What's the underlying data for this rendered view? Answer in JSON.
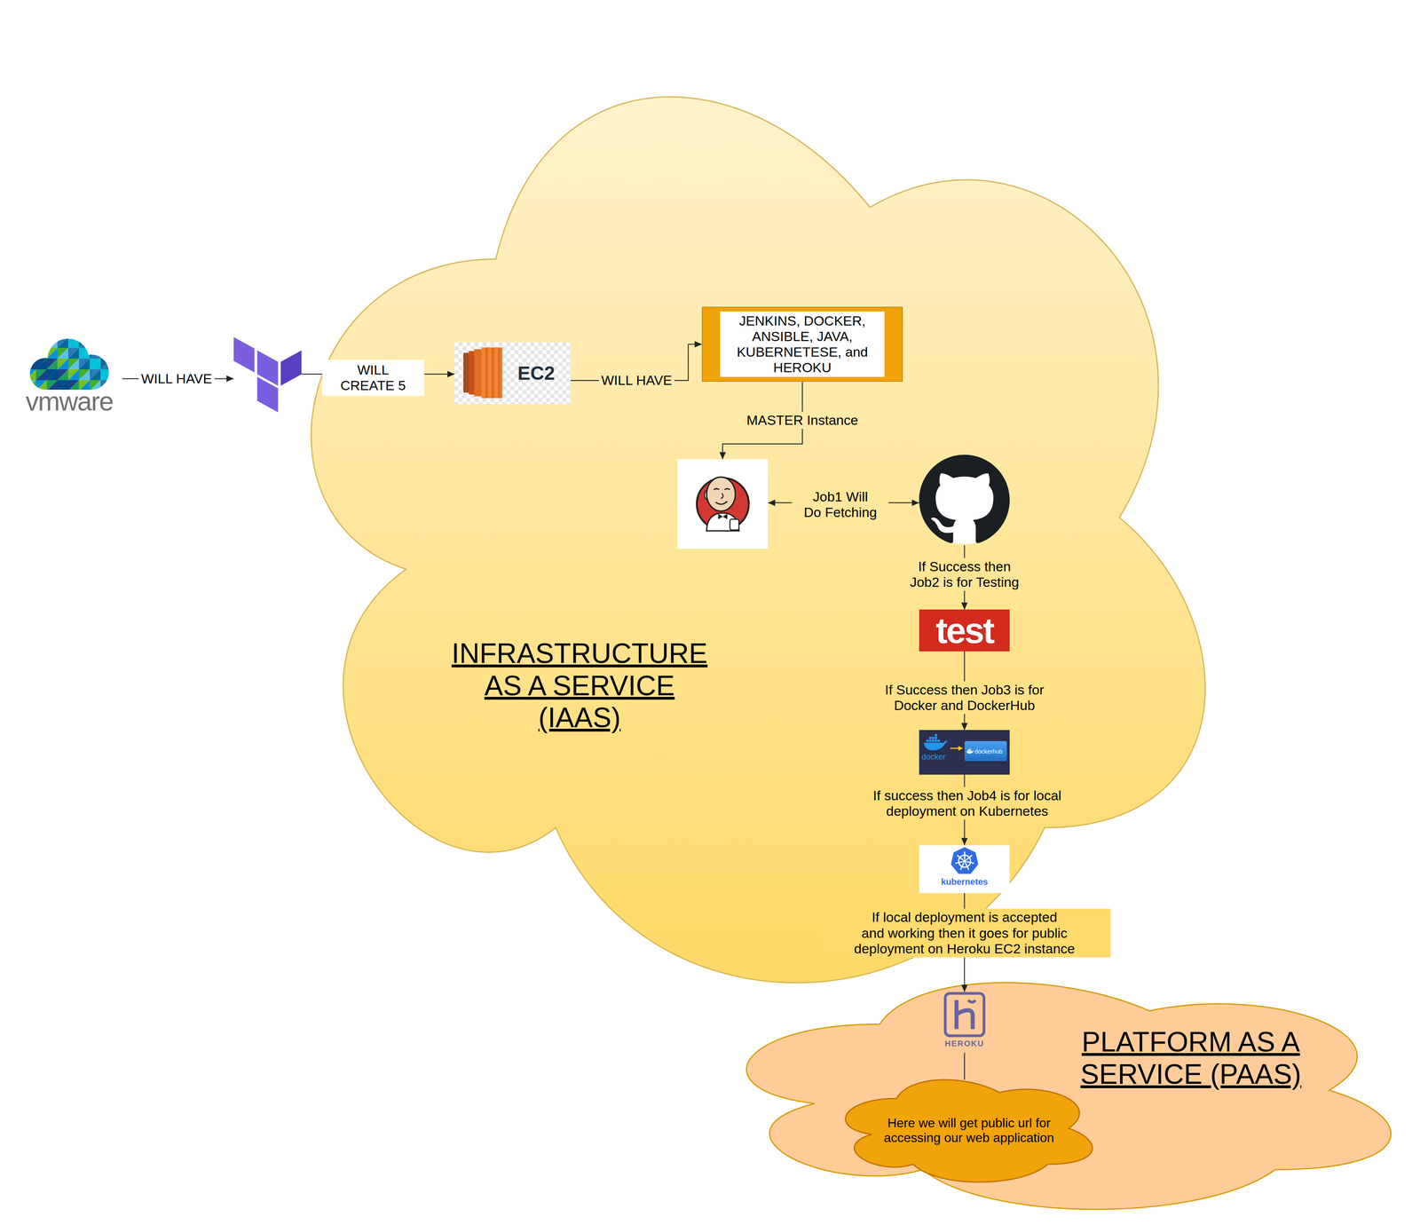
{
  "diagram": {
    "nodes": [
      {
        "text": [
          "vmware"
        ]
      },
      {
        "text": []
      },
      {
        "text": [
          "INFRASTRUCTURE AS A SERVICE (IAAS)"
        ]
      },
      {
        "text": [
          "EC2"
        ],
        "in": 2
      },
      {
        "text": [
          "JENKINS, DOCKER, ANSIBLE, JAVA, KUBERNETESE, and HEROKU"
        ],
        "in": 2
      },
      {
        "text": [],
        "in": 2
      },
      {
        "text": [],
        "in": 2
      },
      {
        "text": [
          "test"
        ],
        "in": 2
      },
      {
        "text": [
          "docker",
          "dockerhub"
        ],
        "in": 2
      },
      {
        "text": [
          "kubernetes"
        ],
        "in": 2
      },
      {
        "text": [
          "PLATFORM AS A SERVICE (PAAS)"
        ]
      },
      {
        "text": [
          "HEROKU"
        ],
        "in": 10
      },
      {
        "text": [
          "Here we will get public url for accessing our web application"
        ],
        "in": 10
      }
    ],
    "edges": [
      {
        "from": 0,
        "to": 1,
        "arrow": "to",
        "label": "WILL HAVE"
      },
      {
        "from": 1,
        "to": 3,
        "arrow": "to",
        "label": "WILL CREATE 5"
      },
      {
        "from": 3,
        "to": 4,
        "arrow": "to",
        "label": "WILL HAVE"
      },
      {
        "from": 4,
        "to": 5,
        "arrow": "to",
        "label": "MASTER Instance"
      },
      {
        "from": 5,
        "to": 6,
        "arrow": "both",
        "label": "Job1 Will Do Fetching"
      },
      {
        "from": 6,
        "to": 7,
        "arrow": "to",
        "label": "If Success then Job2 is for Testing"
      },
      {
        "from": 7,
        "to": 8,
        "arrow": "to",
        "label": "If Success then Job3 is for Docker and DockerHub"
      },
      {
        "from": 8,
        "to": 9,
        "arrow": "to",
        "label": "If success then Job4 is for local deployment on Kubernetes"
      },
      {
        "from": 9,
        "to": 11,
        "arrow": "to",
        "label": "If local deployment is accepted and working then it goes for public deployment on Heroku EC2 instance"
      },
      {
        "from": 11,
        "to": 12,
        "arrow": "none"
      }
    ]
  }
}
